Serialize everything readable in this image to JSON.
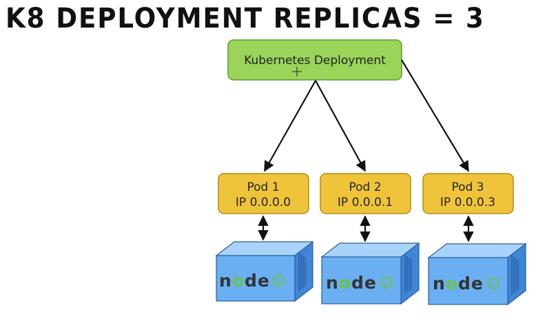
{
  "title": "K8 DEPLOYMENT REPLICAS = 3",
  "deployment": {
    "label": "Kubernetes Deployment"
  },
  "pods": [
    {
      "name": "Pod 1",
      "ip": "IP 0.0.0.0"
    },
    {
      "name": "Pod 2",
      "ip": "IP 0.0.0.1"
    },
    {
      "name": "Pod 3",
      "ip": "IP 0.0.0.3"
    }
  ],
  "node_logo": {
    "text": "node",
    "icon": "hexagon-js-icon"
  },
  "colors": {
    "deployment_fill": "#9ad45a",
    "deployment_stroke": "#5f9a2e",
    "pod_fill": "#f0c43a",
    "pod_stroke": "#b38a12",
    "container_front": "#6aaff2",
    "container_top": "#a9d3fb",
    "container_side": "#3f86d6",
    "node_green": "#6cc24a",
    "node_dark": "#333333"
  }
}
